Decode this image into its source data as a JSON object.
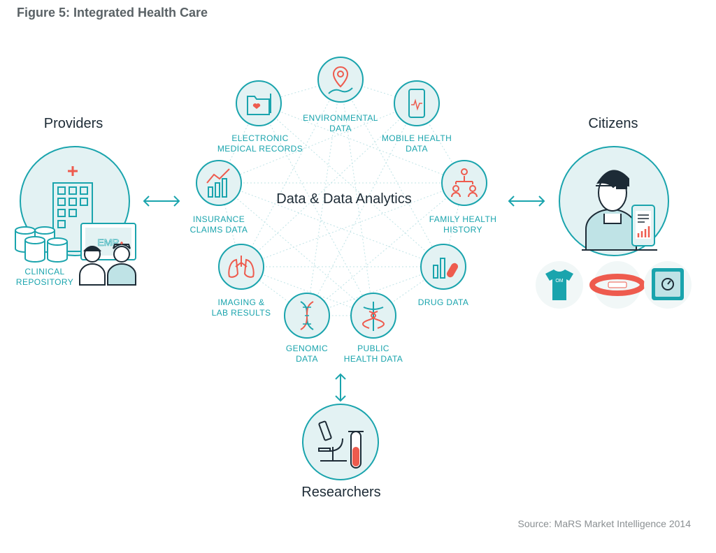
{
  "figure": {
    "title": "Figure 5: Integrated Health Care",
    "source": "Source: MaRS Market Intelligence 2014"
  },
  "center": {
    "label": "Data & Data Analytics"
  },
  "groups": {
    "providers": {
      "label": "Providers",
      "sub_line1": "CLINICAL",
      "sub_line2": "REPOSITORY",
      "emr_label": "EMR"
    },
    "citizens": {
      "label": "Citizens"
    },
    "researchers": {
      "label": "Researchers"
    }
  },
  "nodes": {
    "environmental": {
      "line1": "ENVIRONMENTAL",
      "line2": "DATA"
    },
    "emr": {
      "line1": "ELECTRONIC",
      "line2": "MEDICAL RECORDS"
    },
    "mobile": {
      "line1": "MOBILE HEALTH",
      "line2": "DATA"
    },
    "insurance": {
      "line1": "INSURANCE",
      "line2": "CLAIMS DATA"
    },
    "family": {
      "line1": "FAMILY HEALTH",
      "line2": "HISTORY"
    },
    "imaging": {
      "line1": "IMAGING &",
      "line2": "LAB RESULTS"
    },
    "drug": {
      "line1": "DRUG DATA",
      "line2": ""
    },
    "genomic": {
      "line1": "GENOMIC",
      "line2": "DATA"
    },
    "public": {
      "line1": "PUBLIC",
      "line2": "HEALTH DATA"
    }
  },
  "colors": {
    "teal": "#1aa4ad",
    "circle_fill": "#e3f2f3",
    "accent_red": "#ee5b4e",
    "text_dark": "#1d2b36"
  }
}
